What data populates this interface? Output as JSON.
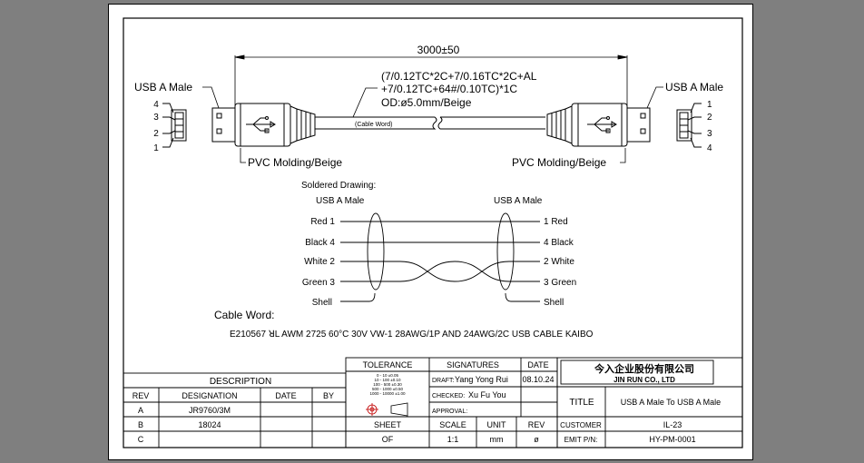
{
  "drawing": {
    "dimension": "3000±50",
    "cable_spec_lines": [
      "(7/0.12TC*2C+7/0.16TC*2C+AL",
      "+7/0.12TC+64#/0.10TC)*1C",
      "OD:ø5.0mm/Beige"
    ],
    "cable_word_tag": "(Cable Word)",
    "left_connector_label": "USB A Male",
    "right_connector_label": "USB A Male",
    "left_molding_label": "PVC Molding/Beige",
    "right_molding_label": "PVC Molding/Beige",
    "pin_numbers": [
      "1",
      "2",
      "3",
      "4"
    ]
  },
  "soldered": {
    "title": "Soldered Drawing:",
    "left_header": "USB A Male",
    "right_header": "USB A Male",
    "left_pins": [
      "Red 1",
      "Black 4",
      "White 2",
      "Green 3",
      "Shell"
    ],
    "right_pins": [
      "1 Red",
      "4 Black",
      "2 White",
      "3 Green",
      "Shell"
    ]
  },
  "cable_word": {
    "label": "Cable Word:",
    "text": "E210567 ꓤL AWM 2725 60°C 30V VW-1 28AWG/1P AND 24AWG/2C USB CABLE KAIBO"
  },
  "title_block": {
    "description_label": "DESCRIPTION",
    "columns": [
      "REV",
      "DESIGNATION",
      "DATE",
      "BY"
    ],
    "rows": [
      {
        "rev": "A",
        "designation": "JR9760/3M",
        "date": "",
        "by": ""
      },
      {
        "rev": "B",
        "designation": "18024",
        "date": "",
        "by": ""
      },
      {
        "rev": "C",
        "designation": "",
        "date": "",
        "by": ""
      }
    ],
    "tolerance_label": "TOLERANCE",
    "tolerance_values": [
      "0 - 10   ±0.05",
      "10 - 100  ±0.10",
      "100 - 500  ±0.30",
      "500 - 1000  ±0.50",
      "1000 - 10000  ±1.00"
    ],
    "signatures_label": "SIGNATURES",
    "date_label": "DATE",
    "draft_label": "DRAFT:",
    "draft_name": "Yang Yong Rui",
    "draft_date": "08.10.24",
    "checked_label": "CHECKED:",
    "checked_name": "Xu Fu You",
    "approval_label": "APPROVAL:",
    "sheet_label": "SHEET",
    "sheet_value": "OF",
    "scale_label": "SCALE",
    "scale_value": "1:1",
    "unit_label": "UNIT",
    "unit_value": "mm",
    "rev_label": "REV",
    "rev_value": "ø",
    "company_cn": "今入企业股份有限公司",
    "company_en": "JIN RUN CO., LTD",
    "title_label": "TITLE",
    "title_value": "USB A Male To USB A Male",
    "customer_label": "CUSTOMER",
    "customer_value": "IL-23",
    "emit_label": "EMIT P/N:",
    "emit_value": "HY-PM-0001"
  }
}
